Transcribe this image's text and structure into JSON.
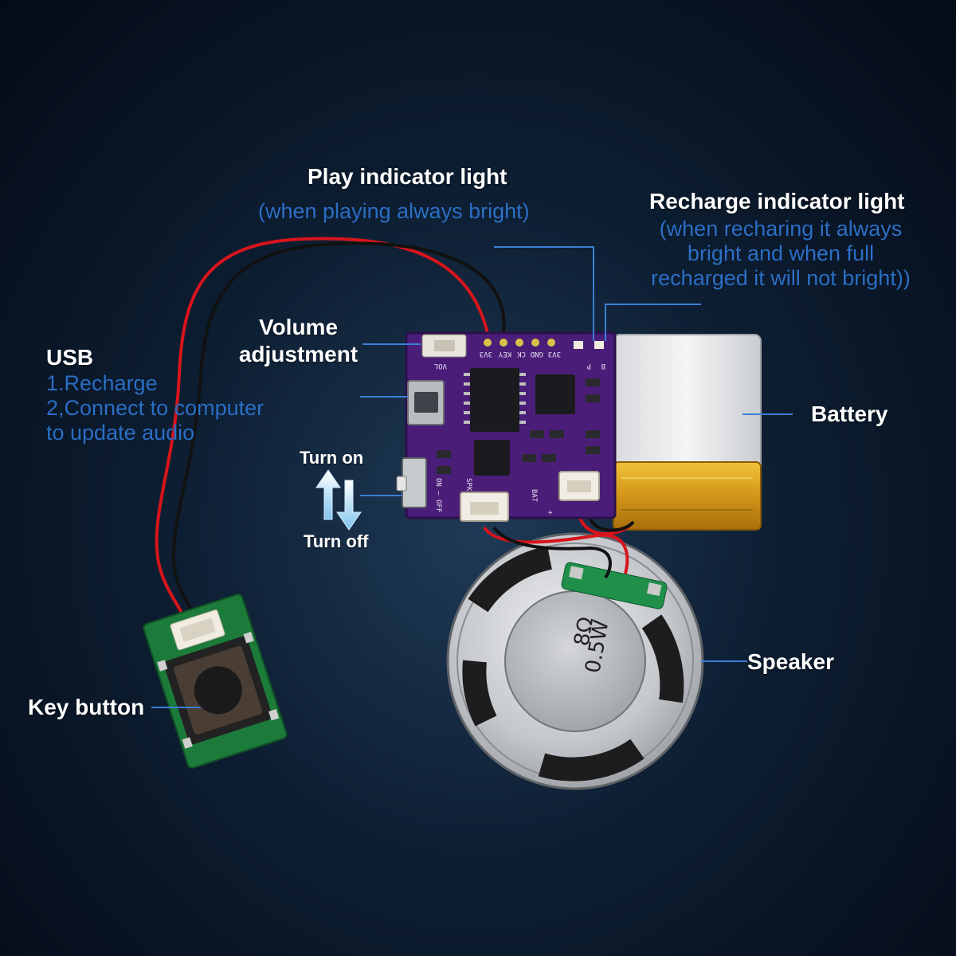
{
  "labels": {
    "play_indicator": {
      "title": "Play indicator light",
      "note": "(when playing always bright)"
    },
    "recharge_indicator": {
      "title": "Recharge indicator light",
      "note_lines": [
        "(when recharing it always",
        "bright and when full",
        "recharged it will not bright))"
      ]
    },
    "volume": {
      "lines": [
        "Volume",
        "adjustment"
      ]
    },
    "usb": {
      "title": "USB",
      "lines": [
        "1.Recharge",
        "2,Connect to computer",
        "to update audio"
      ]
    },
    "switch": {
      "on": "Turn on",
      "off": "Turn off"
    },
    "battery": "Battery",
    "speaker": "Speaker",
    "key_button": "Key button"
  },
  "board_silkscreen": {
    "pins": [
      "3V3",
      "KEY",
      "CK",
      "GND",
      "3V3",
      "P",
      "B"
    ],
    "vol": "VOL",
    "on_off": "ON — OFF",
    "spk": "SPK",
    "bat": "BAT",
    "plus": "+",
    "speaker_marking": [
      "8Ω",
      "0.5W"
    ]
  },
  "colors": {
    "label_text": "#ffffff",
    "note_text": "#2b6fc6",
    "leader_line": "#3a7fd6",
    "pcb_purple": "#4a1e78",
    "pcb_green": "#1c7a3a",
    "battery_gold": "#d9a21b",
    "wire_red": "#d8141c"
  },
  "icons": {
    "switch_arrows": "up-down-arrow-icon"
  }
}
